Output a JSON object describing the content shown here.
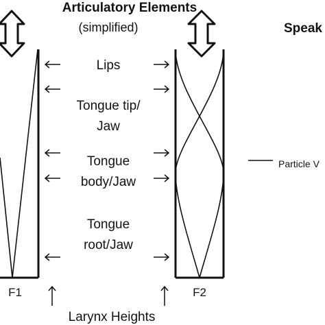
{
  "title": "Articulatory Elements",
  "subtitle": "(simplified)",
  "speaker_label": "Speak",
  "elements": [
    {
      "lines": [
        "Lips"
      ]
    },
    {
      "lines": [
        "Tongue tip/",
        "Jaw"
      ]
    },
    {
      "lines": [
        "Tongue",
        "body/Jaw"
      ]
    },
    {
      "lines": [
        "Tongue",
        "root/Jaw"
      ]
    }
  ],
  "legend_label": "Particle V",
  "formants": [
    "F1",
    "F2"
  ],
  "bottom_label": "Larynx Heights",
  "icons": {
    "double_arrow": "double-headed-vertical-arrow",
    "pointer": "left-right-pointer-arrow"
  }
}
